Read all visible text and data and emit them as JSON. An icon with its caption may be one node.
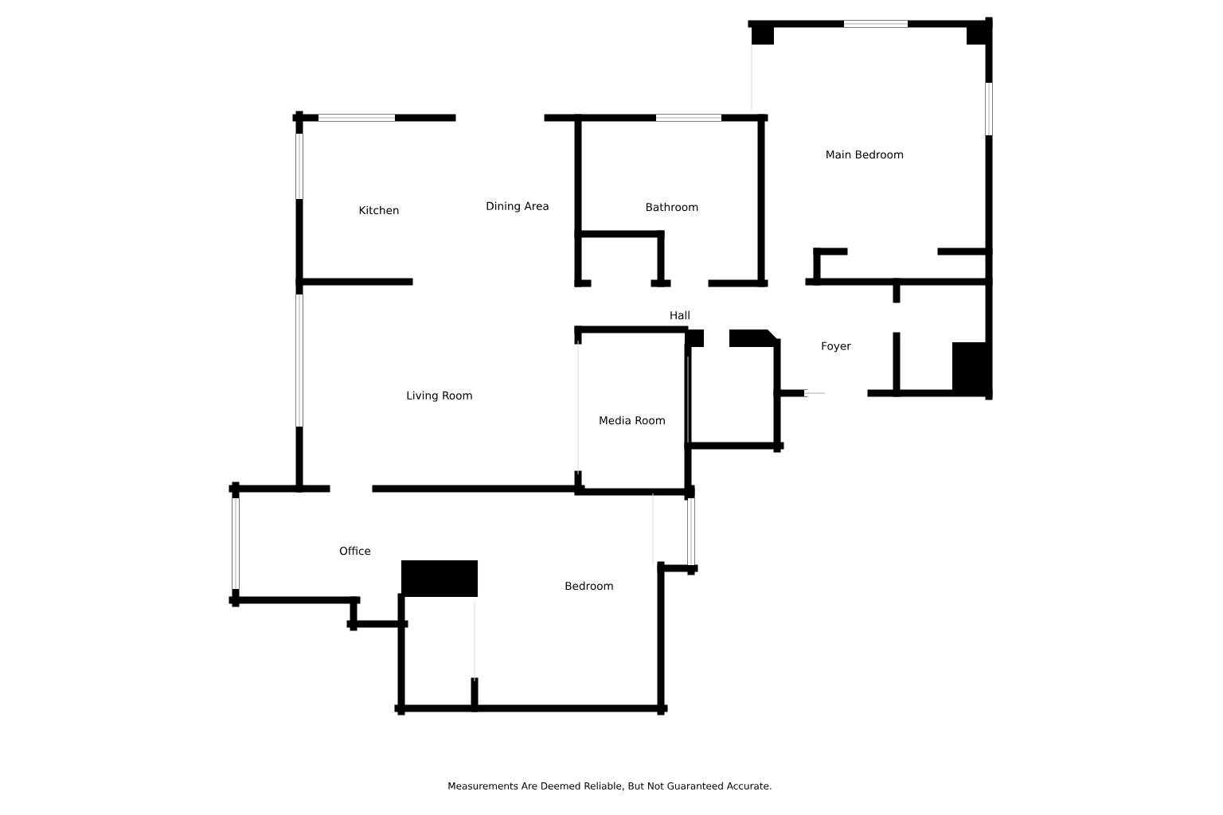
{
  "diagram": {
    "labels": [
      "Main Bedroom",
      "Kitchen",
      "Dining Area",
      "Bathroom",
      "Hall",
      "Foyer",
      "Living Room",
      "Media Room",
      "Office",
      "Bedroom",
      "Measurements Are Deemed Reliable, But Not Guaranteed Accurate."
    ]
  }
}
